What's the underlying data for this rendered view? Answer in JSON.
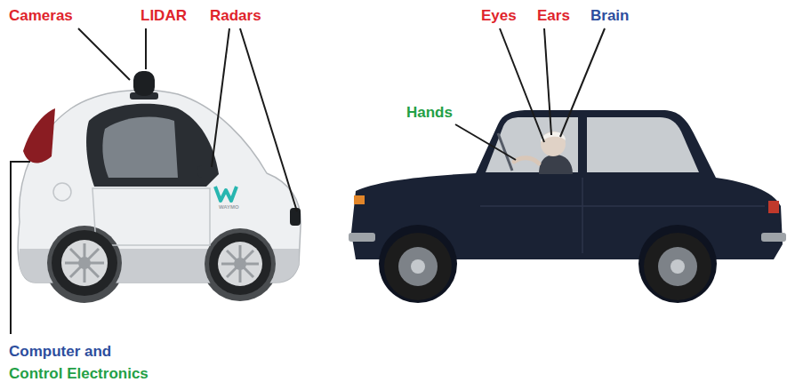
{
  "diagram": {
    "labels": [
      "Cameras",
      "LIDAR",
      "Radars",
      "Computer and",
      "Control Electronics",
      "WAYMO",
      "Eyes",
      "Ears",
      "Brain",
      "Hands"
    ]
  }
}
